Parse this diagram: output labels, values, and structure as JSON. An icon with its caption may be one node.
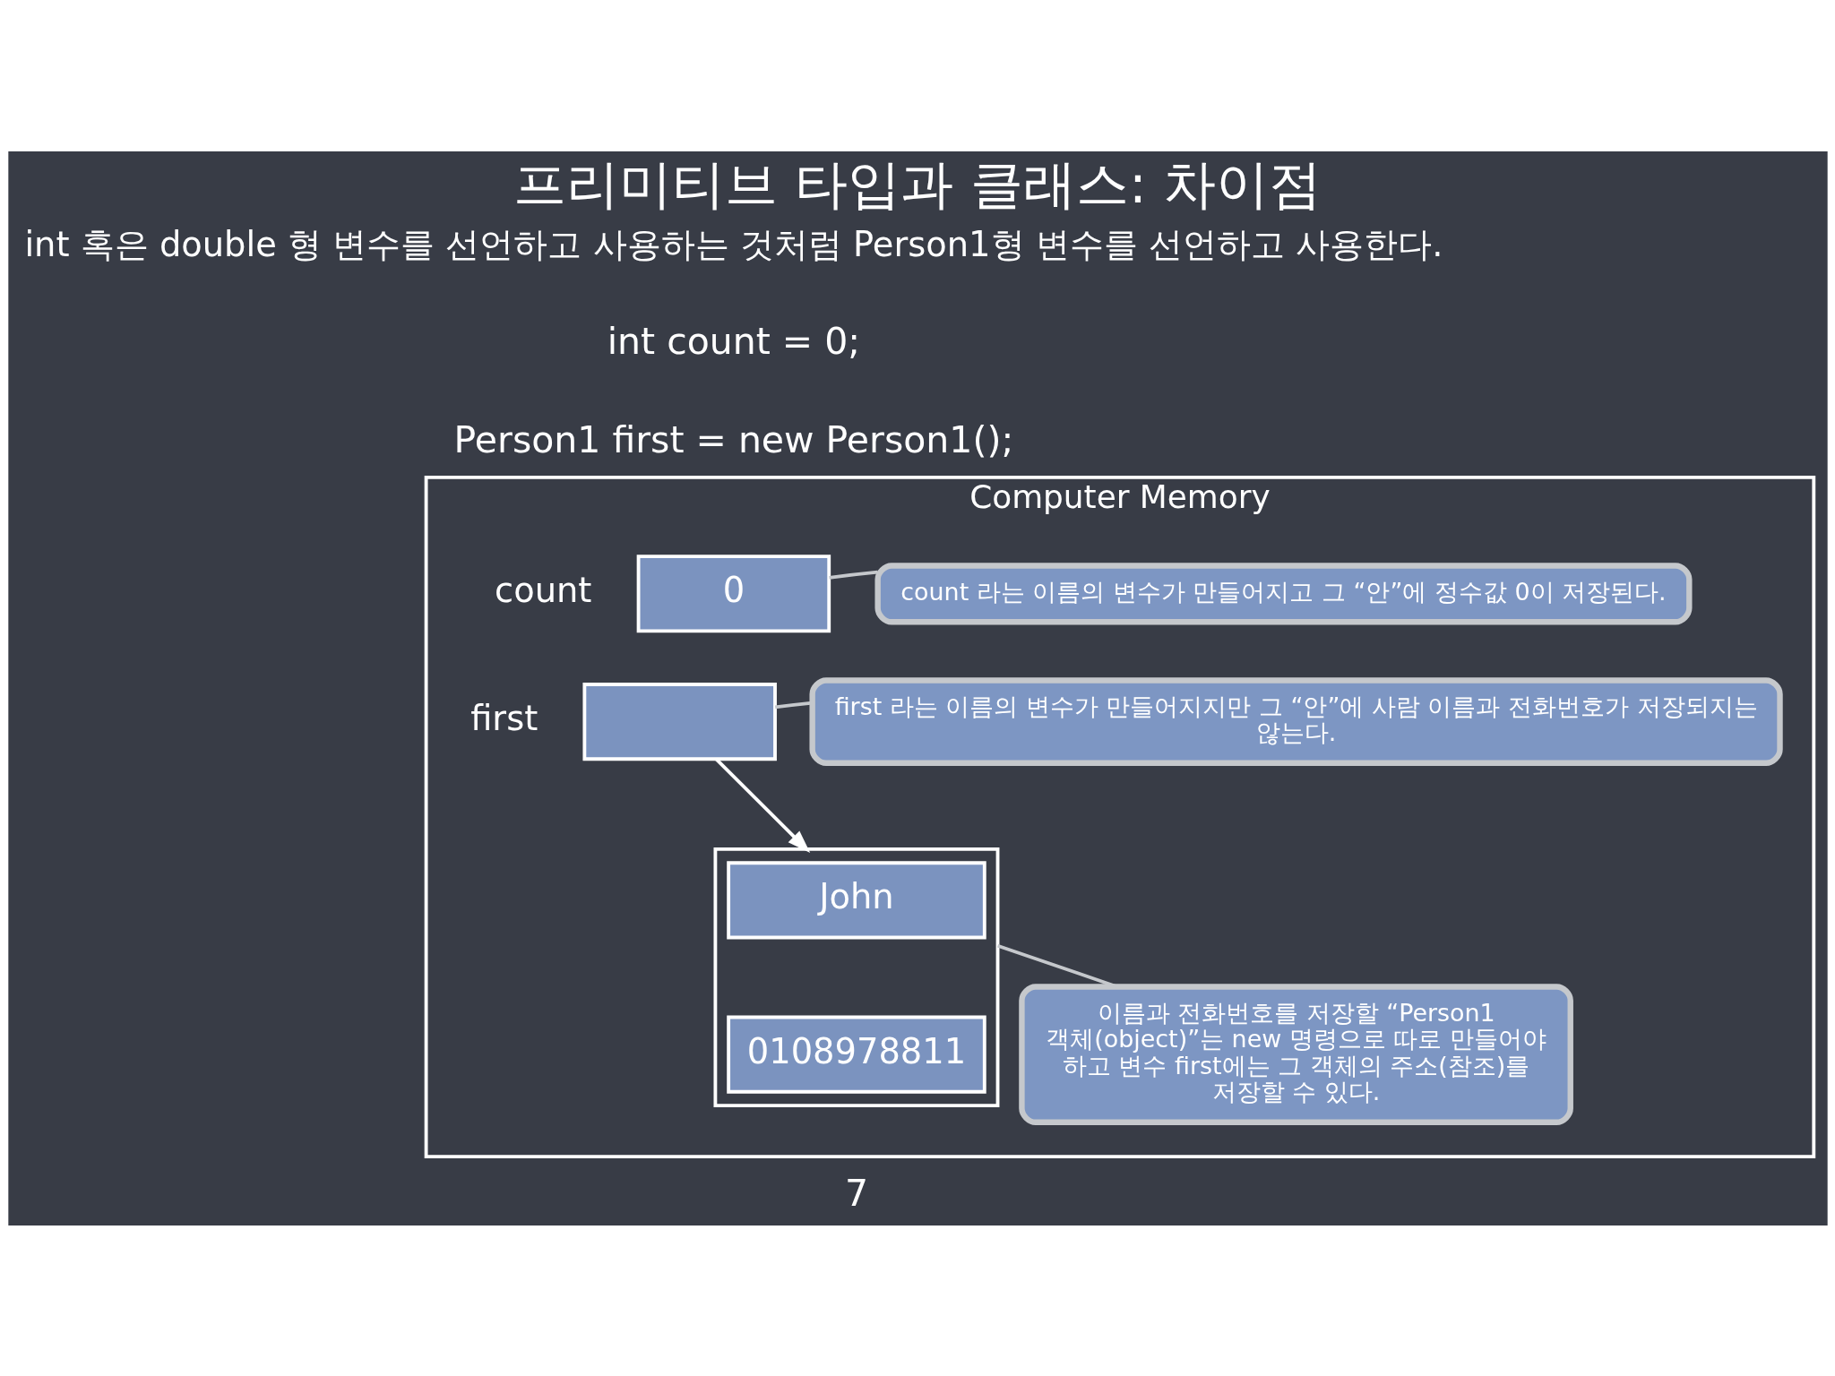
{
  "diagram": {
    "title": "프리미티브 타입과 클래스: 차이점",
    "nodes": [
      {
        "text": [
          "Computer Memory"
        ]
      },
      {
        "text": [
          "0"
        ],
        "in": 0,
        "beside": [
          "count"
        ]
      },
      {
        "text": [],
        "shape": "box",
        "in": 0,
        "beside": [
          "first"
        ]
      },
      {
        "text": [],
        "shape": "box",
        "in": 0
      },
      {
        "text": [
          "John"
        ],
        "in": 3
      },
      {
        "text": [
          "0108978811"
        ],
        "in": 3
      },
      {
        "text": [
          "count 라는 이름의 변수가 만들어지고 그 “안”에 정수값 0이 저장된다."
        ],
        "in": 0
      },
      {
        "text": [
          "first 라는 이름의 변수가 만들어지지만 그 “안”에 사람 이름과 전화번호가 저장되지는 않는다."
        ],
        "in": 0
      },
      {
        "text": [
          "이름과 전화번호를 저장할 “Person1 객체(object)”는 new 명령으로 따로 만들어야 하고 변수 first에는 그 객체의 주소(참조)를 저장할 수 있다."
        ],
        "in": 0
      }
    ],
    "edges": [
      {
        "from": 6,
        "to": 1,
        "arrow": "none"
      },
      {
        "from": 7,
        "to": 2,
        "arrow": "none"
      },
      {
        "from": 2,
        "to": 3,
        "arrow": "to",
        "color": "#ffffff"
      },
      {
        "from": 8,
        "to": 3,
        "arrow": "none"
      }
    ],
    "labels": [
      "int 혹은 double 형 변수를 선언하고 사용하는 것처럼 Person1형 변수를 선언하고 사용한다.",
      "int count = 0;",
      "Person1 first = new Person1();",
      "7"
    ]
  }
}
